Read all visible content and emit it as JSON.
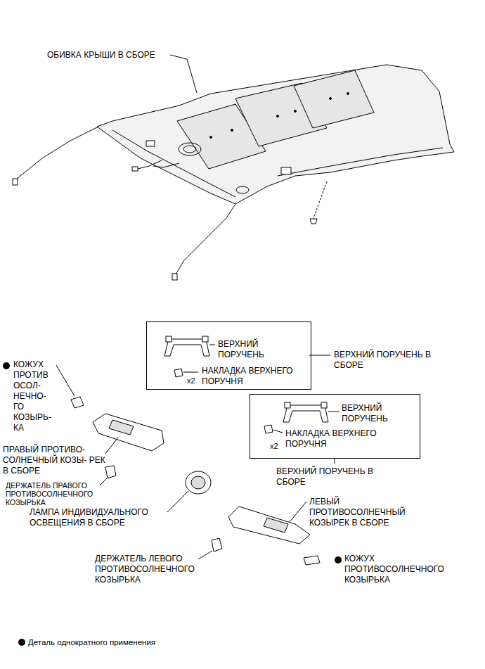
{
  "diagram": {
    "nodes": [
      {
        "text": [
          "ВЕРХНИЙ ПОРУЧЕНЬ",
          "x2",
          "НАКЛАДКА ВЕРХНЕГО ПОРУЧНЯ"
        ]
      },
      {
        "text": [
          "ВЕРХНИЙ ПОРУЧЕНЬ",
          "x2",
          "НАКЛАДКА ВЕРХНЕГО ПОРУЧНЯ"
        ]
      }
    ],
    "edges": [],
    "labels": [
      "ОБИВКА КРЫШИ В СБОРЕ",
      "ВЕРХНИЙ ПОРУЧЕНЬ В СБОРЕ",
      "ВЕРХНИЙ ПОРУЧЕНЬ В СБОРЕ",
      "КОЖУХ ПРОТИВ ОСОЛ- НЕЧНО- ГО КОЗЫРЬ- КА",
      "ПРАВЫЙ ПРОТИВО- СОЛНЕЧНЫЙ КОЗЫ- РЕК В СБОРЕ",
      "ДЕРЖАТЕЛЬ ПРАВОГО ПРОТИВОСОЛНЕЧНОГО КОЗЫРЬКА",
      "ЛАМПА ИНДИВИДУАЛЬНОГО ОСВЕЩЕНИЯ В СБОРЕ",
      "ЛЕВЫЙ ПРОТИВОСОЛНЕЧНЫЙ КОЗЫРЕК В СБОРЕ",
      "ДЕРЖАТЕЛЬ ЛЕВОГО ПРОТИВОСОЛНЕЧНОГО КОЗЫРЬКА",
      "КОЖУХ ПРОТИВОСОЛНЕЧНОГО КОЗЫРЬКА"
    ],
    "legend": [
      {
        "text": "Деталь однократного применения"
      }
    ]
  }
}
